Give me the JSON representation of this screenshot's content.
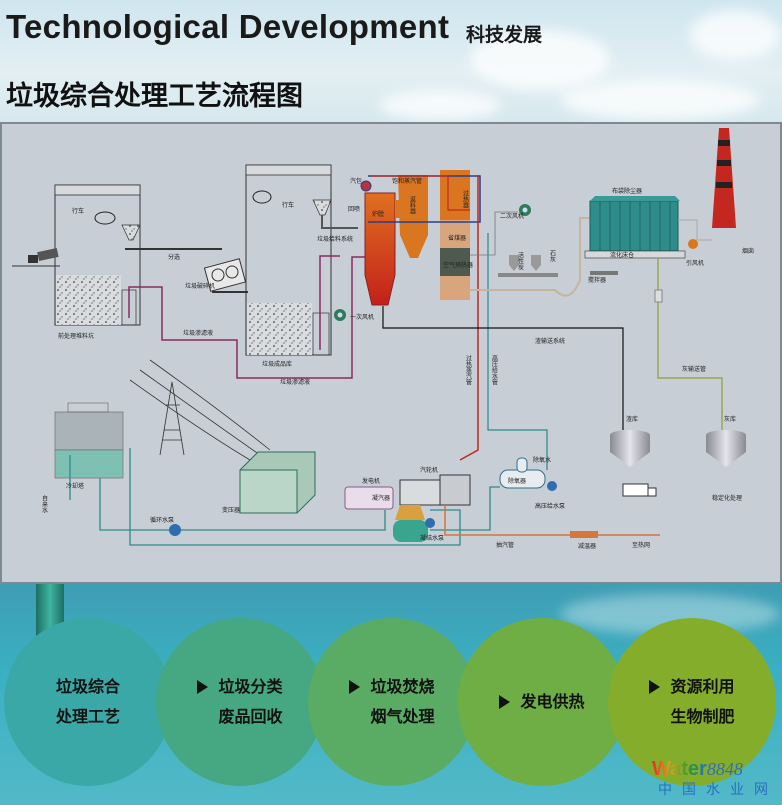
{
  "header": {
    "title_en": "Technological Development",
    "title_cn": "科技发展",
    "subtitle": "垃圾综合处理工艺流程图"
  },
  "diagram": {
    "labels": {
      "crane1": "行车",
      "pit1": "前处理堆料坑",
      "sorting": "分选",
      "crusher": "垃圾破碎机",
      "leachate1": "垃圾渗滤液",
      "crane2": "行车",
      "feed_system": "垃圾给料系统",
      "product_store": "垃圾成品库",
      "leachate2": "垃圾渗滤液",
      "drum": "汽包",
      "reinject": "回喷",
      "furnace": "炉膛",
      "sat_steam": "饱和蒸汽管",
      "return_feeder": "返料器",
      "superheater": "过热器",
      "economizer": "省煤器",
      "air_preheater": "空气预热器",
      "primary_fan": "一次风机",
      "secondary_fan": "二次风机",
      "activated_carbon": "活性炭",
      "lime": "石灰",
      "bag_filter": "布袋除尘器",
      "fluid_bin": "流化床仓",
      "mixer": "搅拌器",
      "id_fan": "引风机",
      "chimney": "烟囱",
      "slag_system": "渣输送系统",
      "superheated_pipe": "过热蒸汽管",
      "hp_feed_pipe": "高压给水管",
      "ash_pipe": "灰输送管",
      "slag_bin": "渣库",
      "ash_bin": "灰库",
      "stabilize": "稳定化处理",
      "generator": "发电机",
      "turbine": "汽轮机",
      "transformer": "变压器",
      "cooling_tower": "冷却塔",
      "tap_water": "自来水",
      "circ_pump": "循环水泵",
      "condenser": "凝汽器",
      "cond_pump": "凝结水泵",
      "deaerator": "除氧器",
      "deaerated_water": "除氧水",
      "hp_pump": "高压给水泵",
      "extraction": "抽汽管",
      "desuperheater": "减温器",
      "heat_network": "至热网"
    }
  },
  "steps": [
    {
      "line1": "垃圾综合",
      "line2": "处理工艺",
      "color": "#3aa8a6"
    },
    {
      "line1": "垃圾分类",
      "line2": "废品回收",
      "color": "#45a882"
    },
    {
      "line1": "垃圾焚烧",
      "line2": "烟气处理",
      "color": "#5aab63"
    },
    {
      "line1": "发电供热",
      "line2": "",
      "color": "#6fae45"
    },
    {
      "line1": "资源利用",
      "line2": "生物制肥",
      "color": "#85ad2c"
    }
  ],
  "watermark": {
    "brand": "Water",
    "number": "8848",
    "cn": "中国水业网"
  }
}
